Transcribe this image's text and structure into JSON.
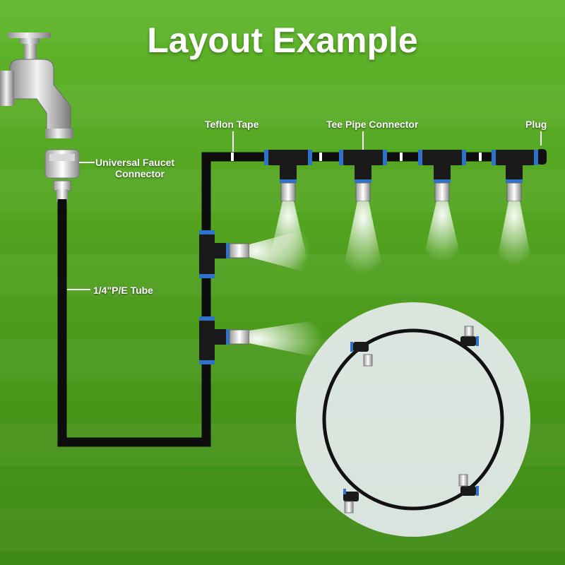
{
  "title": "Layout Example",
  "labels": {
    "faucet_connector_line1": "Universal Faucet",
    "faucet_connector_line2": "Connector",
    "teflon_tape": "Teflon Tape",
    "tee_pipe_connector": "Tee Pipe Connector",
    "plug": "Plug",
    "pe_tube": "1/4\"P/E Tube"
  },
  "colors": {
    "grass": "#4f9e1e",
    "tube": "#0d0d0d",
    "connector_ring": "#2f73c9",
    "tape": "#ffffff"
  },
  "icons": [
    "faucet-icon",
    "faucet-connector-icon",
    "tee-connector-icon",
    "nozzle-icon",
    "mist-spray-icon",
    "plug-icon"
  ]
}
